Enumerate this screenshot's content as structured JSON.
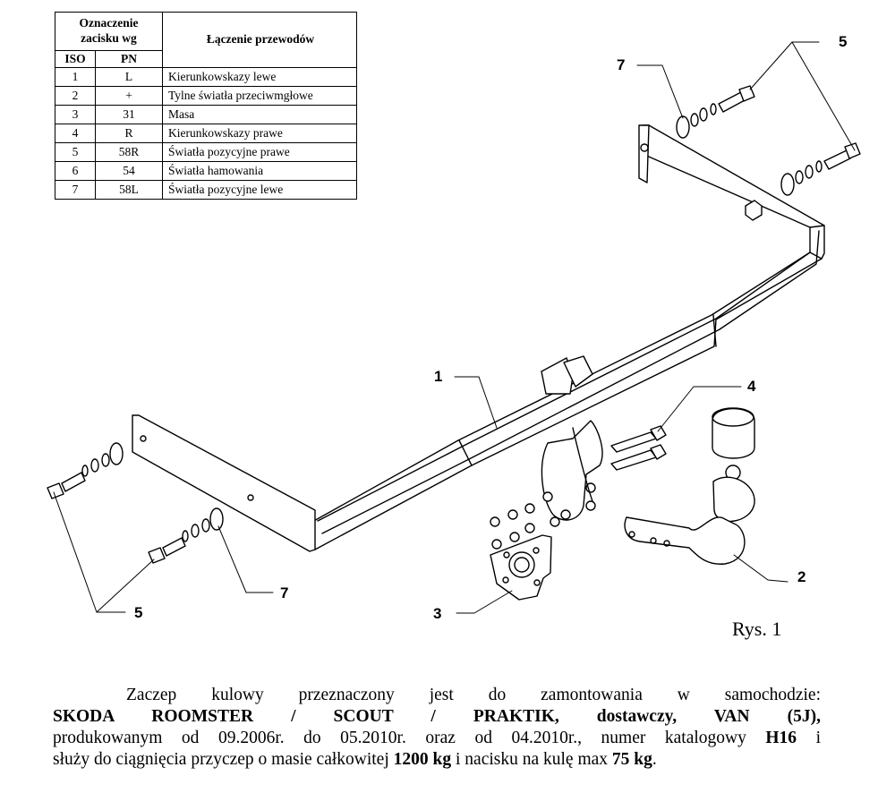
{
  "table": {
    "header_group": "Oznaczenie zacisku wg",
    "header_iso": "ISO",
    "header_pn": "PN",
    "header_desc": "Łączenie przewodów",
    "rows": [
      {
        "iso": "1",
        "pn": "L",
        "desc": "Kierunkowskazy lewe"
      },
      {
        "iso": "2",
        "pn": "+",
        "desc": "Tylne światła przeciwmgłowe"
      },
      {
        "iso": "3",
        "pn": "31",
        "desc": "Masa"
      },
      {
        "iso": "4",
        "pn": "R",
        "desc": "Kierunkowskazy prawe"
      },
      {
        "iso": "5",
        "pn": "58R",
        "desc": "Światła pozycyjne prawe"
      },
      {
        "iso": "6",
        "pn": "54",
        "desc": "Światła hamowania"
      },
      {
        "iso": "7",
        "pn": "58L",
        "desc": "Światła pozycyjne lewe"
      }
    ]
  },
  "callouts": {
    "c1": "1",
    "c2": "2",
    "c3": "3",
    "c4": "4",
    "c5_top": "5",
    "c5_bottom": "5",
    "c7_top": "7",
    "c7_bottom": "7"
  },
  "figure_label": "Rys. 1",
  "description": {
    "l1": "Zaczep kulowy przeznaczony jest do zamontowania w samochodzie:",
    "l2": "SKODA ROOMSTER / SCOUT / PRAKTIK, dostawczy, VAN (5J),",
    "l3a": "produkowanym od 09.2006r. do 05.2010r. oraz od 04.2010r., numer katalogowy ",
    "l3b": "H16",
    "l3c": " i",
    "l4a": "służy do ciągnięcia przyczep o masie całkowitej ",
    "l4b": "1200 kg",
    "l4c": " i nacisku na kulę max ",
    "l4d": "75 kg",
    "l4e": "."
  }
}
